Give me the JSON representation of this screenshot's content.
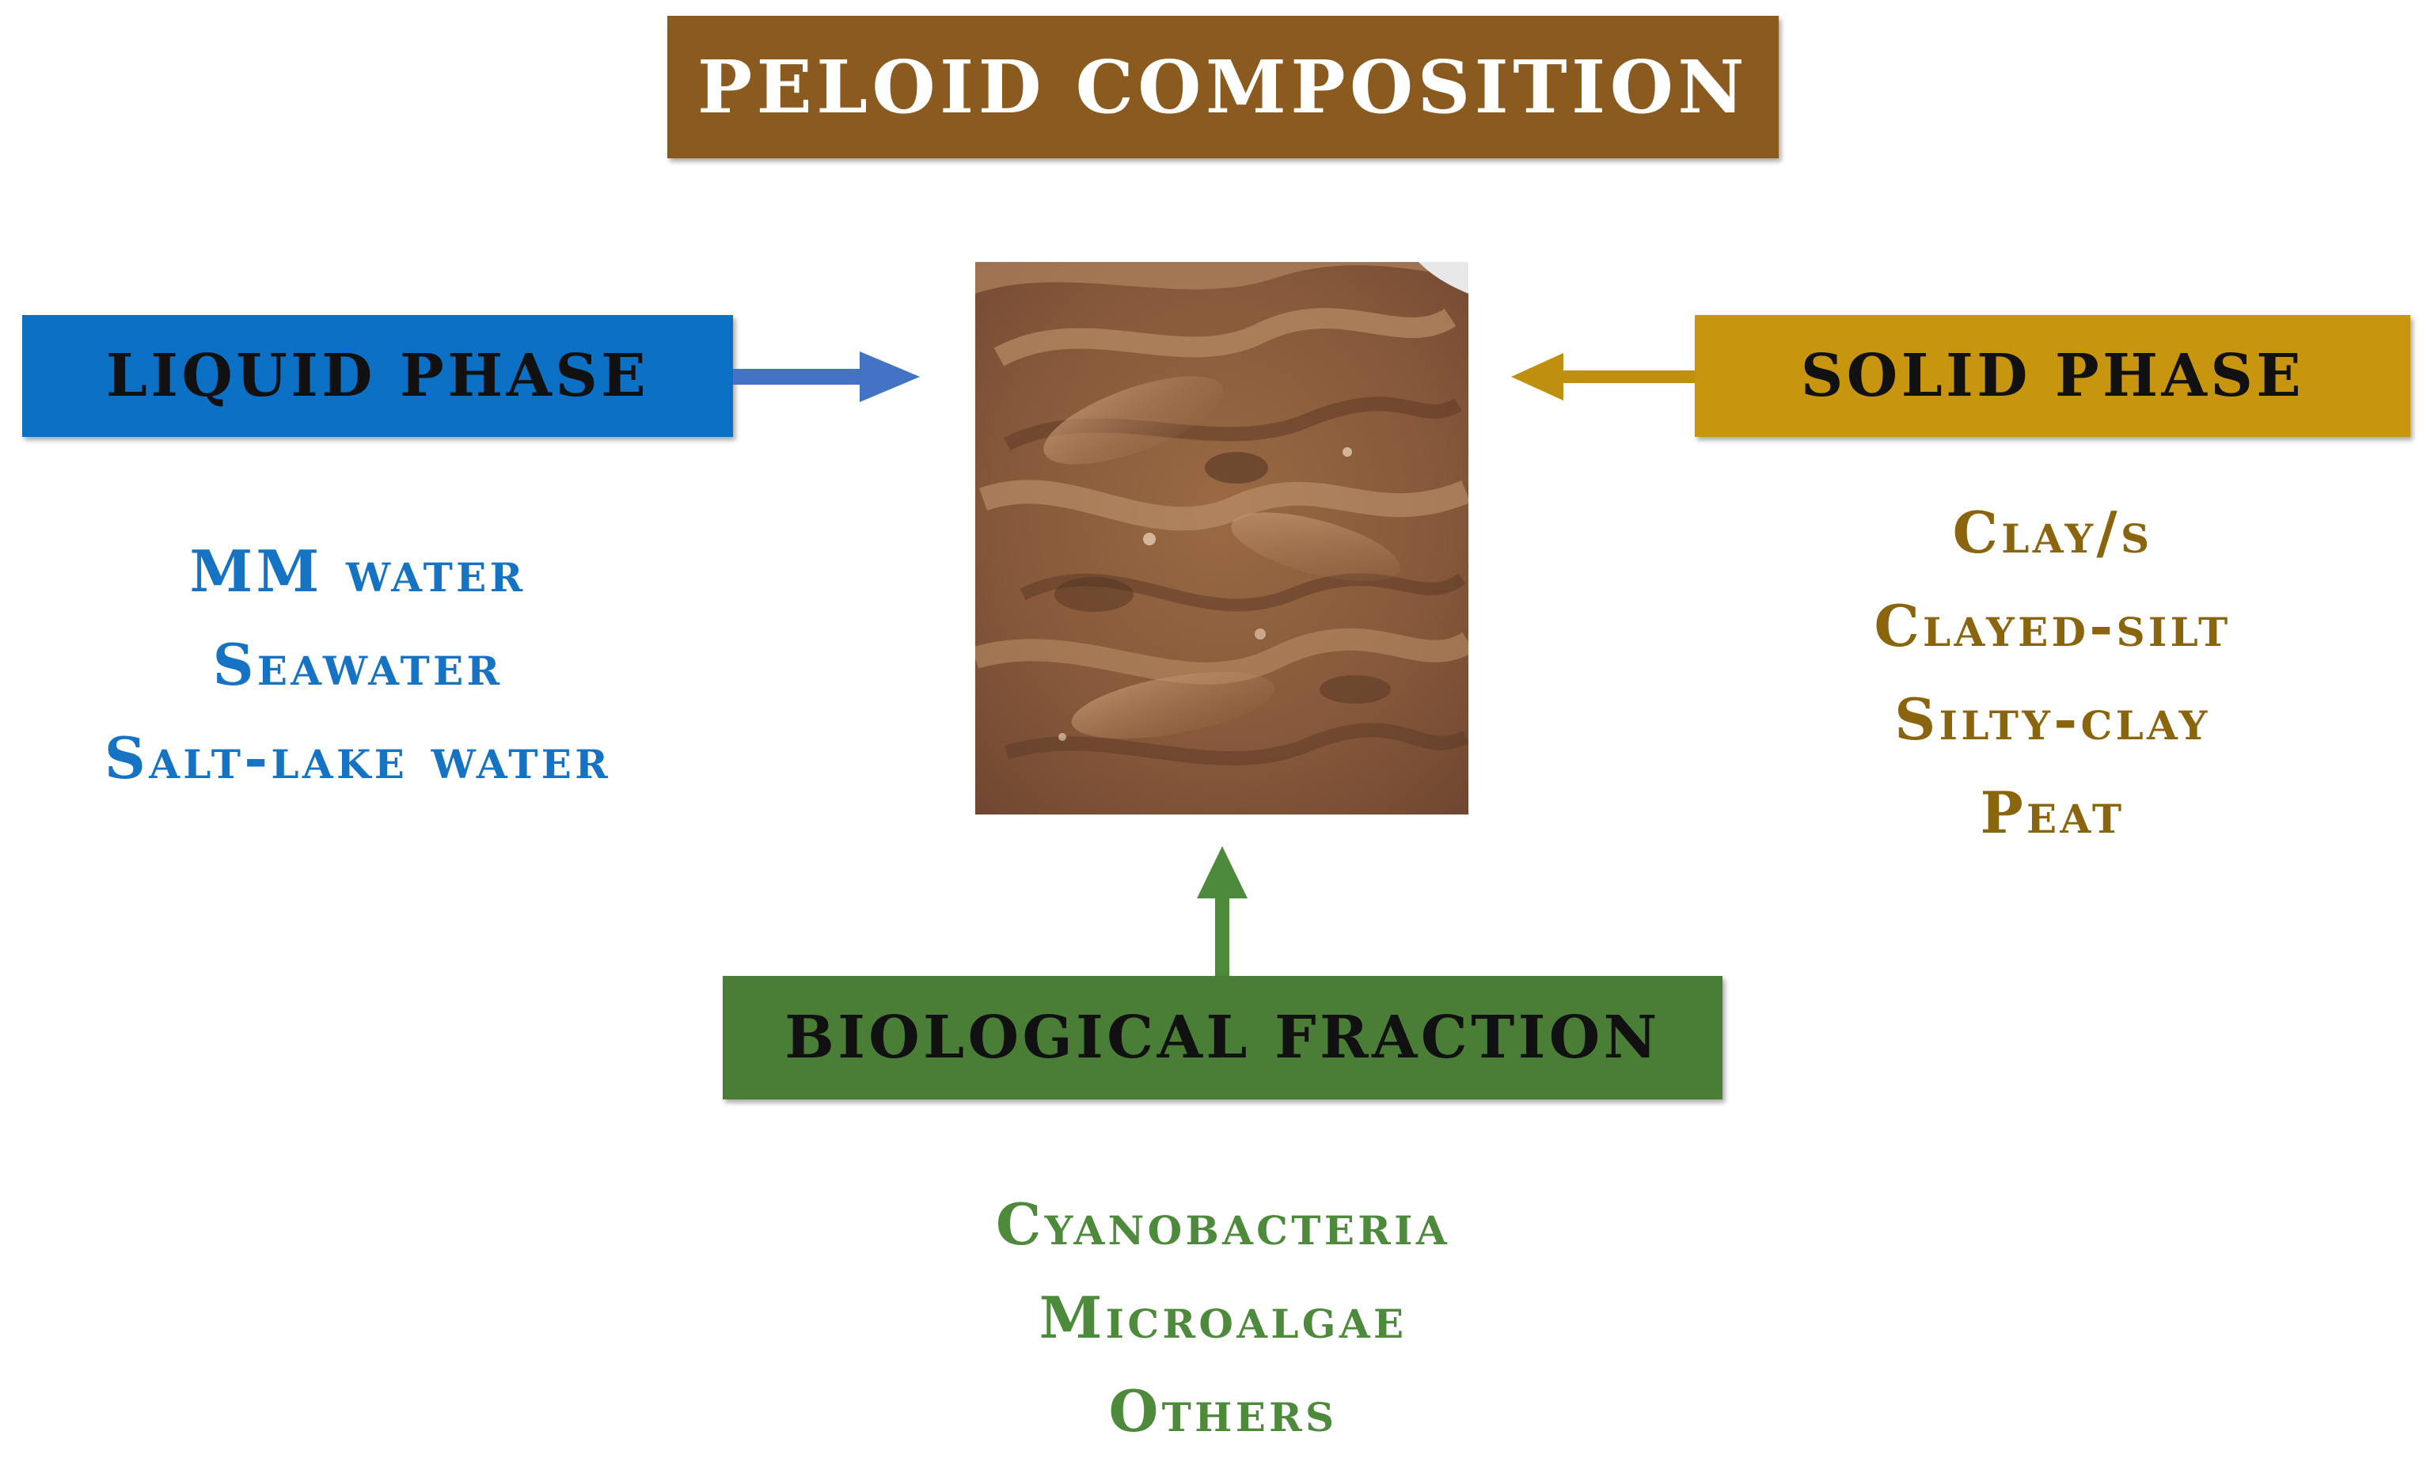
{
  "title": "PELOID COMPOSITION",
  "liquid": {
    "label": "LIQUID PHASE",
    "items": [
      "MM water",
      "Seawater",
      "Salt-lake water"
    ]
  },
  "solid": {
    "label": "SOLID PHASE",
    "items": [
      "Clay/s",
      "Clayed-silt",
      "Silty-clay",
      "Peat"
    ]
  },
  "biological": {
    "label": "BIOLOGICAL FRACTION",
    "items": [
      "Cyanobacteria",
      "Microalgae",
      "Others"
    ]
  },
  "colors": {
    "title_bg": "#8b5a1e",
    "liquid_bg": "#0c70c4",
    "liquid_text": "#1673c3",
    "liquid_arrow": "#4472c4",
    "solid_bg": "#c8960e",
    "solid_text": "#8b650d",
    "solid_arrow": "#bf900f",
    "bio_bg": "#4a7e36",
    "bio_text": "#4e8a3b",
    "bio_arrow": "#4e8a3b"
  }
}
